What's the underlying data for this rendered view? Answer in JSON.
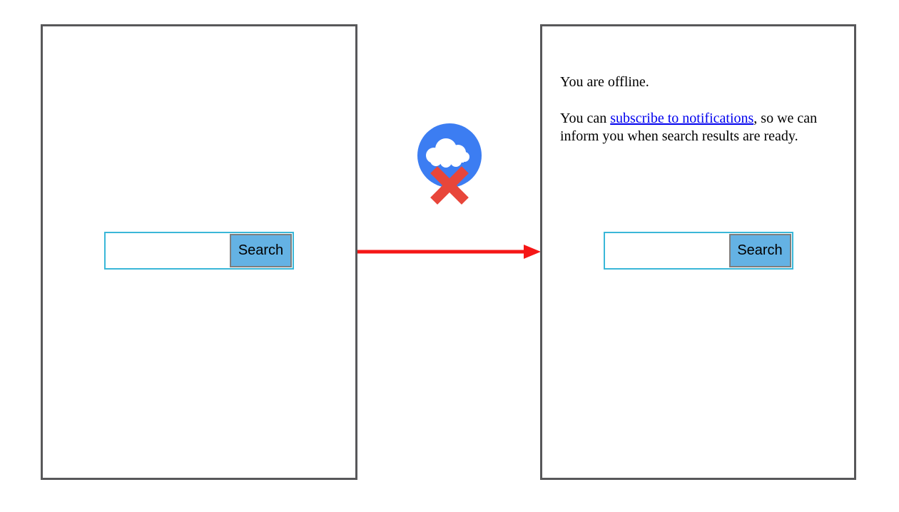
{
  "left_frame": {
    "search": {
      "input_value": "",
      "button_label": "Search"
    }
  },
  "right_frame": {
    "offline_text": "You are offline.",
    "subscribe": {
      "prefix": "You can ",
      "link_text": "subscribe to notifications",
      "suffix": ", so we can inform you when search results are ready."
    },
    "search": {
      "input_value": "",
      "button_label": "Search"
    }
  },
  "icons": {
    "offline_cloud": "blue circle with white cloud and red cross"
  },
  "colors": {
    "frame_border": "#58585a",
    "search_input_border": "#3ab7d8",
    "search_button_fill": "#64b2e4",
    "search_button_border": "#7e7e7e",
    "cloud_circle_blue": "#3c7df2",
    "cross_red": "#e8463a",
    "arrow_red": "#f51616",
    "link_blue": "#0000ee"
  }
}
